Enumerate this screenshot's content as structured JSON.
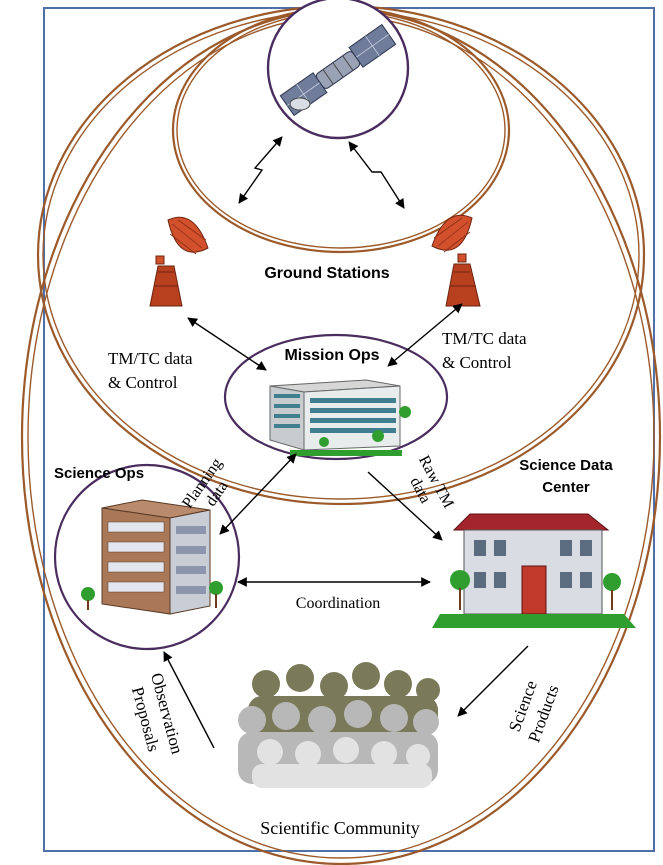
{
  "labels": {
    "ground_stations": "Ground Stations",
    "mission_ops": "Mission Ops",
    "science_ops": "Science Ops",
    "science_data_center_line1": "Science Data",
    "science_data_center_line2": "Center",
    "tmtc_left_line1": "TM/TC data",
    "tmtc_left_line2": "& Control",
    "tmtc_right_line1": "TM/TC data",
    "tmtc_right_line2": "& Control",
    "planning_line1": "Planning",
    "planning_line2": "data",
    "raw_tm_line1": "Raw TM",
    "raw_tm_line2": "data",
    "coordination": "Coordination",
    "observation_line1": "Observation",
    "observation_line2": "Proposals",
    "science_products_line1": "Science",
    "science_products_line2": "Products",
    "scientific_community": "Scientific Community"
  },
  "icons": {
    "satellite": "satellite-icon",
    "dish_left": "ground-station-dish-icon",
    "dish_right": "ground-station-dish-icon",
    "mission_building": "mission-ops-building-icon",
    "science_building": "science-ops-building-icon",
    "data_center": "science-data-center-house-icon",
    "community": "scientific-community-people-icon"
  },
  "colors": {
    "frame": "#4f6fa8",
    "ring": "#9c5a2b",
    "purple_ring": "#4a2d5e",
    "dish": "#d2502c",
    "grass": "#2f9e2f"
  }
}
